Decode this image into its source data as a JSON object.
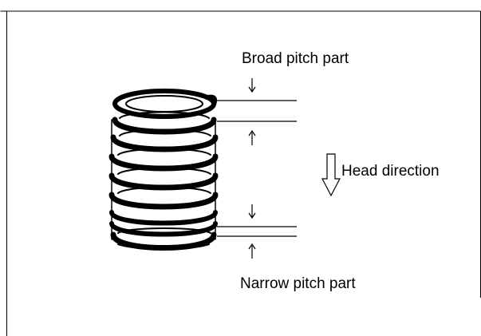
{
  "diagram": {
    "labels": {
      "broad_pitch": "Broad pitch part",
      "head_direction": "Head direction",
      "narrow_pitch": "Narrow pitch part"
    },
    "colors": {
      "line": "#000000",
      "background": "#ffffff"
    },
    "icons": [
      "spring-coil-icon",
      "arrow-down-icon",
      "arrow-up-icon",
      "hollow-down-arrow-icon"
    ]
  }
}
